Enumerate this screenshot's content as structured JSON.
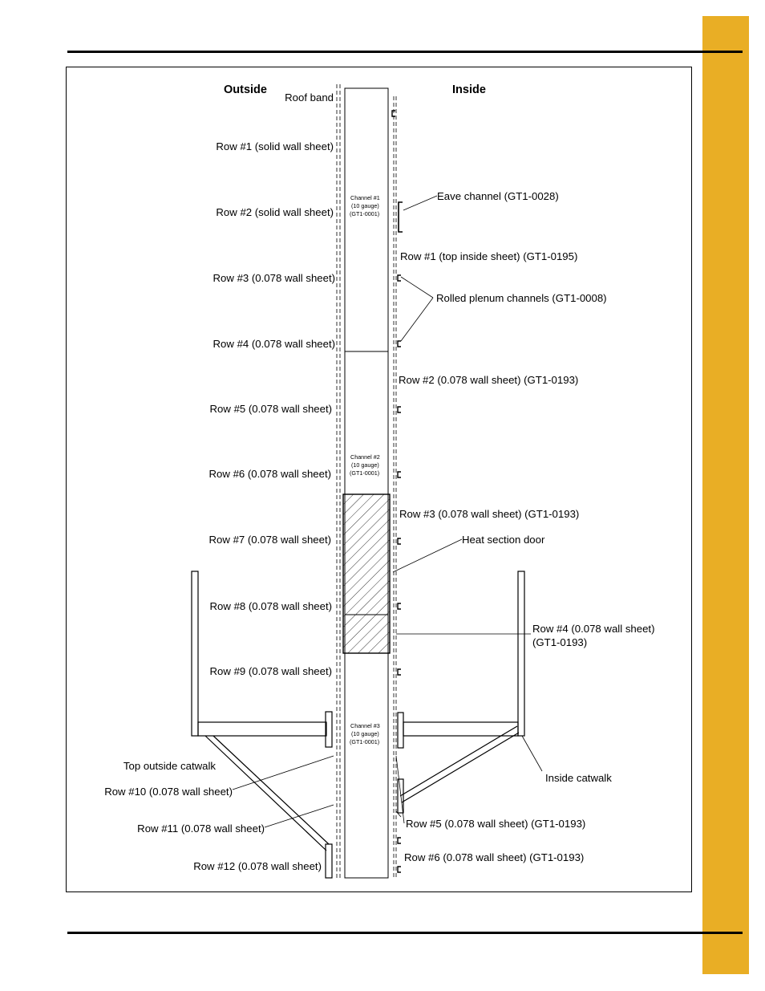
{
  "colors": {
    "tab": "#e9ae25",
    "line": "#000000"
  },
  "headers": {
    "outside": "Outside",
    "inside": "Inside"
  },
  "channels": [
    {
      "name": "Channel #1",
      "gauge": "(10 gauge)",
      "part": "(GT1-0001)"
    },
    {
      "name": "Channel #2",
      "gauge": "(10 gauge)",
      "part": "(GT1-0001)"
    },
    {
      "name": "Channel #3",
      "gauge": "(10 gauge)",
      "part": "(GT1-0001)"
    }
  ],
  "outside_labels": {
    "roof_band": "Roof band",
    "row1": "Row #1 (solid wall sheet)",
    "row2": "Row #2 (solid wall sheet)",
    "row3": "Row #3 (0.078 wall sheet)",
    "row4": "Row #4 (0.078 wall sheet)",
    "row5": "Row #5 (0.078 wall sheet)",
    "row6": "Row #6 (0.078 wall sheet)",
    "row7": "Row #7 (0.078 wall sheet)",
    "row8": "Row #8 (0.078 wall sheet)",
    "row9": "Row #9 (0.078 wall sheet)",
    "top_catwalk": "Top outside catwalk",
    "row10": "Row #10 (0.078 wall sheet)",
    "row11": "Row #11 (0.078 wall sheet)",
    "row12": "Row #12 (0.078 wall sheet)"
  },
  "inside_labels": {
    "eave_channel": "Eave channel (GT1-0028)",
    "row1": "Row #1 (top inside sheet) (GT1-0195)",
    "plenum": "Rolled plenum channels (GT1-0008)",
    "row2": "Row #2 (0.078 wall sheet) (GT1-0193)",
    "row3": "Row #3 (0.078 wall sheet) (GT1-0193)",
    "heat_door": "Heat section door",
    "row4_line1": "Row #4 (0.078 wall sheet)",
    "row4_line2": "(GT1-0193)",
    "inside_catwalk": "Inside catwalk",
    "row5": "Row #5 (0.078 wall sheet) (GT1-0193)",
    "row6": "Row #6 (0.078 wall sheet) (GT1-0193)"
  }
}
